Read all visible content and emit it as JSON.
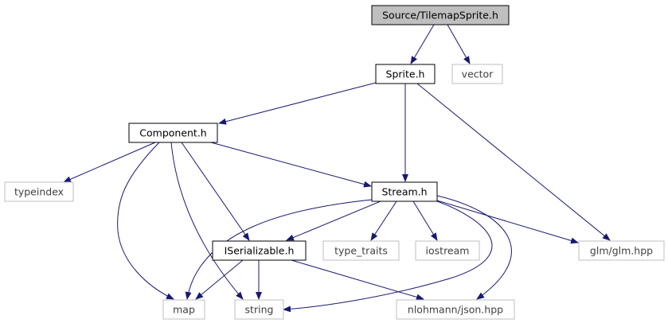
{
  "colors": {
    "edge": "#191970",
    "root_fill": "#bfbfbf",
    "root_border": "#000000",
    "local_border": "#000000",
    "system_border": "#bfbfbf",
    "text_dark": "#000000",
    "text_system": "#404040"
  },
  "nodes": [
    {
      "id": "tilemapsprite",
      "label": "Source/TilemapSprite.h",
      "kind": "root"
    },
    {
      "id": "sprite",
      "label": "Sprite.h",
      "kind": "local"
    },
    {
      "id": "vector",
      "label": "vector",
      "kind": "system"
    },
    {
      "id": "component",
      "label": "Component.h",
      "kind": "local"
    },
    {
      "id": "typeindex",
      "label": "typeindex",
      "kind": "system"
    },
    {
      "id": "stream",
      "label": "Stream.h",
      "kind": "local"
    },
    {
      "id": "iserializable",
      "label": "ISerializable.h",
      "kind": "local"
    },
    {
      "id": "type_traits",
      "label": "type_traits",
      "kind": "system"
    },
    {
      "id": "iostream",
      "label": "iostream",
      "kind": "system"
    },
    {
      "id": "glm",
      "label": "glm/glm.hpp",
      "kind": "system"
    },
    {
      "id": "map",
      "label": "map",
      "kind": "system"
    },
    {
      "id": "string",
      "label": "string",
      "kind": "system"
    },
    {
      "id": "json",
      "label": "nlohmann/json.hpp",
      "kind": "system"
    }
  ],
  "edges": [
    [
      "tilemapsprite",
      "sprite"
    ],
    [
      "tilemapsprite",
      "vector"
    ],
    [
      "sprite",
      "component"
    ],
    [
      "sprite",
      "stream"
    ],
    [
      "sprite",
      "glm"
    ],
    [
      "component",
      "typeindex"
    ],
    [
      "component",
      "stream"
    ],
    [
      "component",
      "iserializable"
    ],
    [
      "component",
      "map"
    ],
    [
      "component",
      "string"
    ],
    [
      "stream",
      "iserializable"
    ],
    [
      "stream",
      "type_traits"
    ],
    [
      "stream",
      "iostream"
    ],
    [
      "stream",
      "glm"
    ],
    [
      "stream",
      "map"
    ],
    [
      "stream",
      "string"
    ],
    [
      "stream",
      "json"
    ],
    [
      "iserializable",
      "map"
    ],
    [
      "iserializable",
      "string"
    ],
    [
      "iserializable",
      "json"
    ]
  ]
}
